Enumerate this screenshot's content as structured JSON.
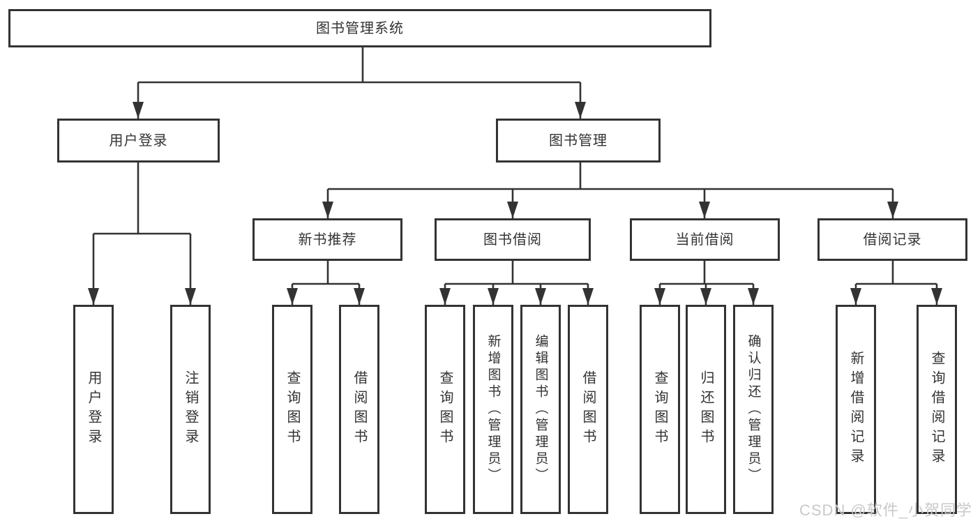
{
  "colors": {
    "background": "#ffffff",
    "line": "#333333",
    "border": "#333333",
    "fill": "#ffffff",
    "text": "#333333",
    "watermark": "#c9c9c9"
  },
  "nodes": {
    "root": "图书管理系统",
    "user_login": "用户登录",
    "book_mgmt": "图书管理",
    "new_book_rec": "新书推荐",
    "book_borrow": "图书借阅",
    "current_borrow": "当前借阅",
    "borrow_record": "借阅记录",
    "ul_user_login": "用户登录",
    "ul_logout": "注销登录",
    "nb_query_book": "查询图书",
    "nb_borrow_book": "借阅图书",
    "bb_query_book": "查询图书",
    "bb_add_book": "新增图书（管理员）",
    "bb_edit_book": "编辑图书（管理员）",
    "bb_borrow_book": "借阅图书",
    "cb_query_book": "查询图书",
    "cb_return_book": "归还图书",
    "cb_confirm_return": "确认归还（管理员）",
    "br_add_record": "新增借阅记录",
    "br_query_record": "查询借阅记录"
  },
  "watermark": {
    "text": "CSDN @软件_小贺同学"
  }
}
